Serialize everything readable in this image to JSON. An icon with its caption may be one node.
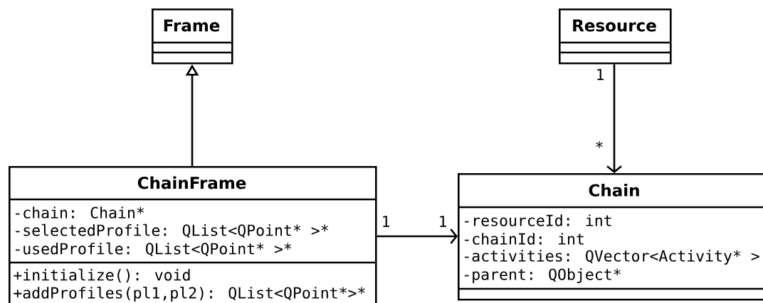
{
  "diagram": {
    "nodes": [
      {
        "text": [
          "Frame"
        ]
      },
      {
        "text": [
          "Resource"
        ]
      },
      {
        "text": [
          "ChainFrame",
          "-chain: Chain*",
          "-selectedProfile: QList<QPoint* >*",
          "-usedProfile: QList<QPoint* >*",
          "+initialize(): void",
          "+addProfiles(pl1,pl2): QList<QPoint*>*"
        ]
      },
      {
        "text": [
          "Chain",
          "-resourceId: int",
          "-chainId: int",
          "-activities: QVector<Activity* >",
          "-parent: QObject*"
        ]
      }
    ],
    "edges": [
      {
        "from": 2,
        "to": 0,
        "arrow": "to"
      },
      {
        "from": 1,
        "to": 3,
        "arrow": "to"
      },
      {
        "from": 2,
        "to": 3,
        "arrow": "to"
      }
    ],
    "labels": [
      "1",
      "*",
      "1",
      "1"
    ]
  }
}
